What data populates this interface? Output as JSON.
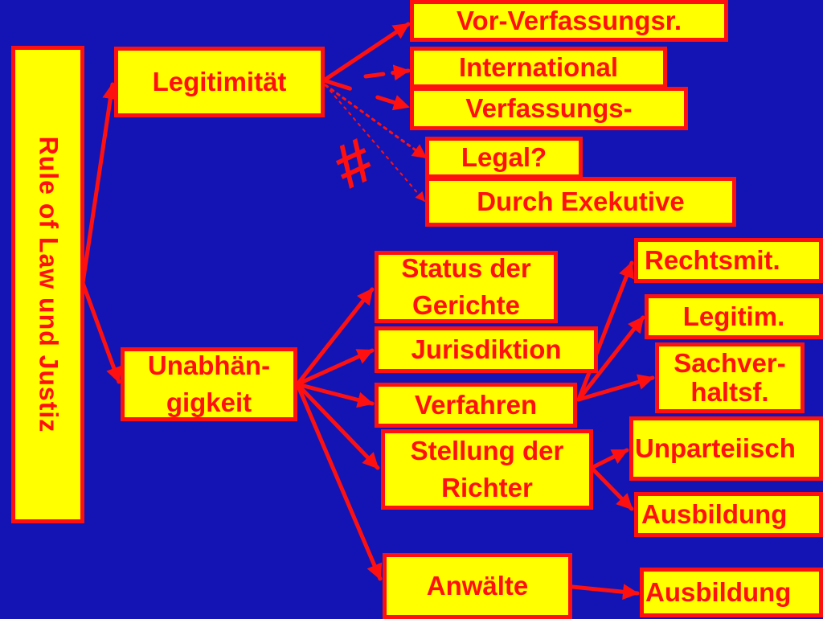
{
  "colors": {
    "background": "#1414b4",
    "box_fill": "#ffff00",
    "accent": "#ff1010"
  },
  "root": {
    "label": "Rule of Law und Justiz"
  },
  "legitimitaet": {
    "label": "Legitimität",
    "children": [
      "Vor-Verfassungsr.",
      "International",
      "Verfassungs-",
      "Legal?",
      "Durch Exekutive"
    ],
    "not_equal_symbol": "#"
  },
  "unabhaengigkeit": {
    "label_line1": "Unabhän-",
    "label_line2": "gigkeit",
    "status": {
      "line1": "Status der",
      "line2": "Gerichte"
    },
    "jurisdiktion": "Jurisdiktion",
    "verfahren": {
      "label": "Verfahren",
      "rechtsmit": "Rechtsmit.",
      "legitim": "Legitim.",
      "sachver_line1": "Sachver-",
      "sachver_line2": "haltsf."
    },
    "stellung": {
      "line1": "Stellung der",
      "line2": "Richter",
      "unparteiisch": "Unparteiisch",
      "ausbildung": "Ausbildung"
    },
    "anwaelte": {
      "label": "Anwälte",
      "ausbildung": "Ausbildung"
    }
  }
}
